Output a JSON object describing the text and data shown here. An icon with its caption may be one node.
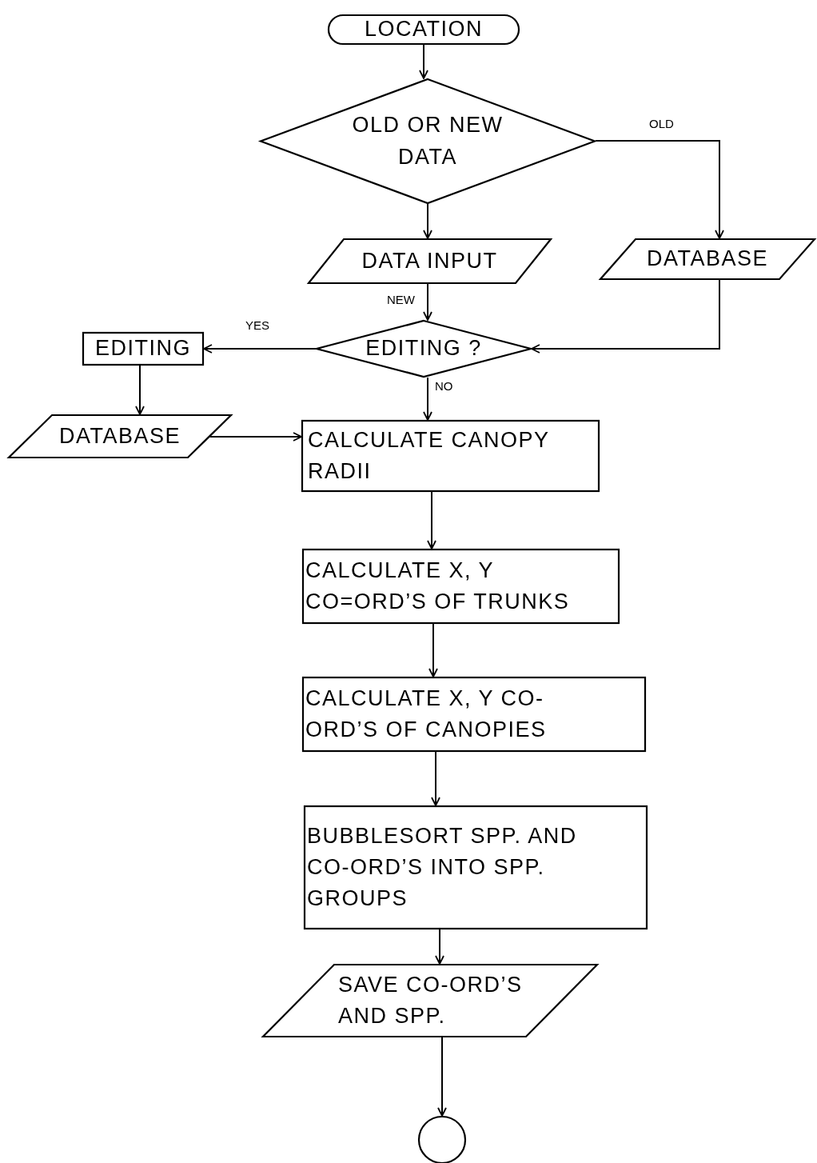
{
  "diagram": {
    "nodes": [
      {
        "text": [
          "LOCATION"
        ]
      },
      {
        "text": [
          "OLD OR NEW DATA"
        ]
      },
      {
        "text": [
          "DATA INPUT"
        ]
      },
      {
        "text": [
          "DATABASE"
        ]
      },
      {
        "text": [
          "EDITING ?"
        ]
      },
      {
        "text": [
          "EDITING"
        ]
      },
      {
        "text": [
          "DATABASE"
        ]
      },
      {
        "text": [
          "CALCULATE CANOPY RADII"
        ]
      },
      {
        "text": [
          "CALCULATE X, Y CO=ORD’S OF TRUNKS"
        ]
      },
      {
        "text": [
          "CALCULATE X, Y CO-ORD’S OF CANOPIES"
        ]
      },
      {
        "text": [
          "BUBBLESORT SPP. AND CO-ORD’S INTO SPP. GROUPS"
        ]
      },
      {
        "text": [
          "SAVE CO-ORD’S AND SPP."
        ]
      },
      {
        "text": [],
        "shape": "circle"
      }
    ],
    "edges": [
      {
        "from": 0,
        "to": 1,
        "arrow": "to"
      },
      {
        "from": 1,
        "to": 3,
        "arrow": "to",
        "label": "OLD"
      },
      {
        "from": 1,
        "to": 2,
        "arrow": "to"
      },
      {
        "from": 2,
        "to": 4,
        "arrow": "to",
        "label": "NEW"
      },
      {
        "from": 3,
        "to": 4,
        "arrow": "to"
      },
      {
        "from": 4,
        "to": 5,
        "arrow": "to",
        "label": "YES"
      },
      {
        "from": 4,
        "to": 7,
        "arrow": "to",
        "label": "NO"
      },
      {
        "from": 5,
        "to": 6,
        "arrow": "to"
      },
      {
        "from": 6,
        "to": 7,
        "arrow": "to"
      },
      {
        "from": 7,
        "to": 8,
        "arrow": "to"
      },
      {
        "from": 8,
        "to": 9,
        "arrow": "to"
      },
      {
        "from": 9,
        "to": 10,
        "arrow": "to"
      },
      {
        "from": 10,
        "to": 11,
        "arrow": "to"
      },
      {
        "from": 11,
        "to": 12,
        "arrow": "to"
      }
    ]
  }
}
